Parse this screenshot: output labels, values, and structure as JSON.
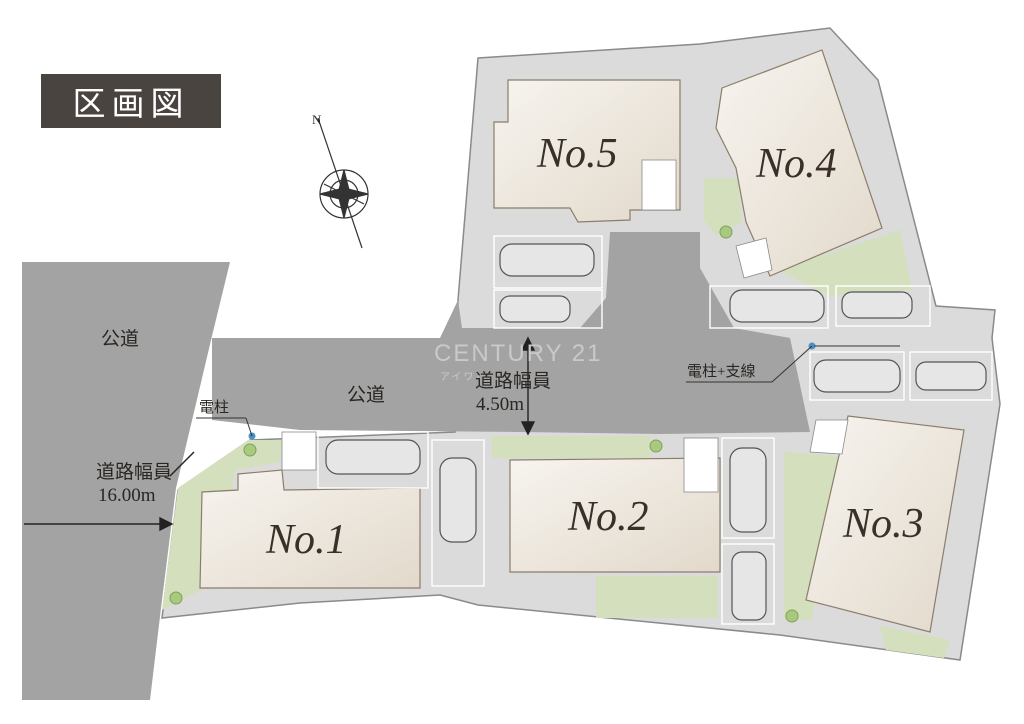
{
  "title": "区画図",
  "compass": {
    "north_label": "N"
  },
  "lots": [
    {
      "id": "lot-1",
      "label": "No.1"
    },
    {
      "id": "lot-2",
      "label": "No.2"
    },
    {
      "id": "lot-3",
      "label": "No.3"
    },
    {
      "id": "lot-4",
      "label": "No.4"
    },
    {
      "id": "lot-5",
      "label": "No.5"
    }
  ],
  "roads": {
    "public_road_left": "公道",
    "public_road_center": "公道",
    "main_road_width_label": "道路幅員",
    "main_road_width_value": "16.00m",
    "inner_road_width_label": "道路幅員",
    "inner_road_width_value": "4.50m"
  },
  "utility": {
    "pole": "電柱",
    "pole_and_guy_wire": "電柱+支線"
  },
  "watermark": {
    "brand": "CENTURY 21",
    "sub": "アイワハ"
  },
  "colors": {
    "road_gray": "#a3a3a3",
    "lot_gray": "#dbdbdb",
    "building_beige": "#ece7df",
    "green_space": "#d4dfbd",
    "title_bg": "#4a4440"
  }
}
